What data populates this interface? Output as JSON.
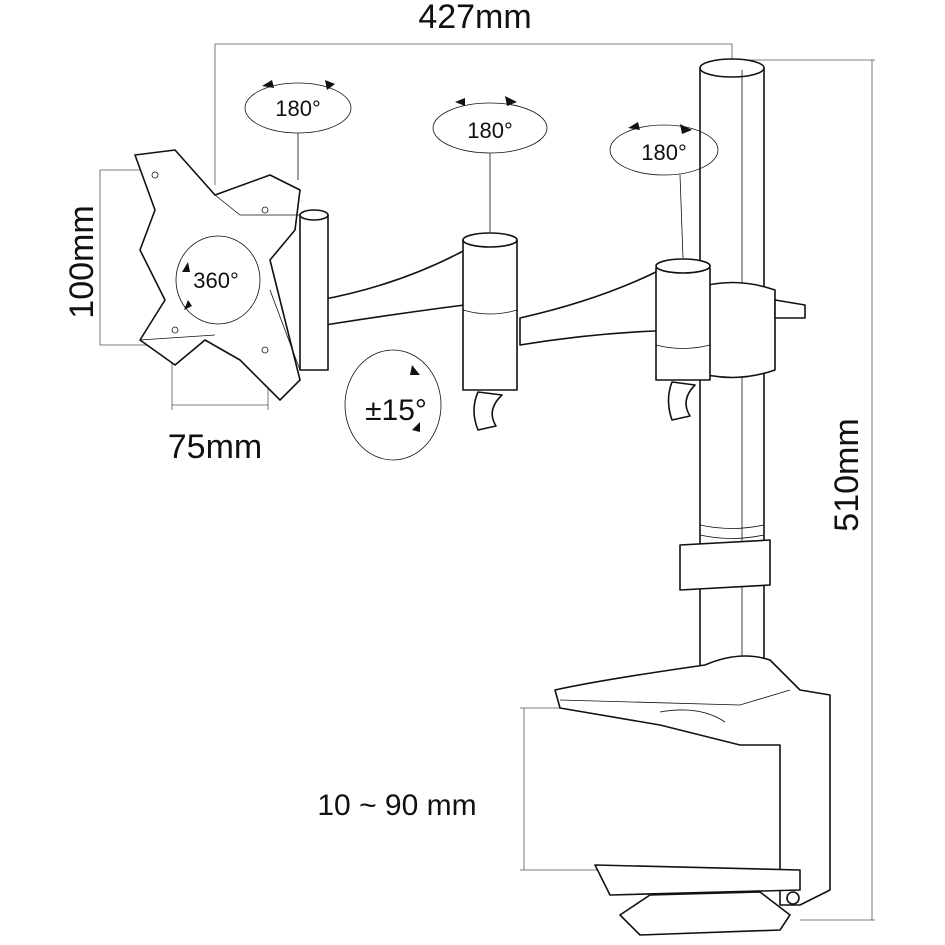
{
  "diagram": {
    "title": "Monitor arm dimension drawing",
    "labels": {
      "arm_reach": "427mm",
      "rotation_1": "180°",
      "rotation_2": "180°",
      "rotation_3": "180°",
      "vesa_height": "100mm",
      "vesa_width": "75mm",
      "rotation_plate": "360°",
      "tilt": "±15°",
      "pole_height": "510mm",
      "desk_thickness": "10 ~ 90 mm"
    }
  }
}
